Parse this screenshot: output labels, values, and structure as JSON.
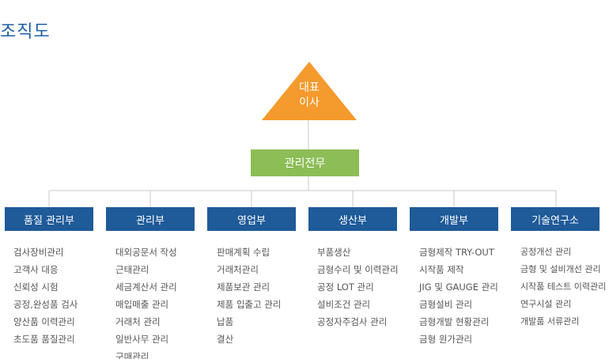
{
  "title": "조직도",
  "ceo": {
    "line1": "대표",
    "line2": "이사"
  },
  "executive": "관리전무",
  "colors": {
    "ceo": "#f59a2c",
    "executive": "#8cbd57",
    "department": "#1f5a99",
    "title": "#1f5fa8",
    "line": "#c8c8c8"
  },
  "departments": [
    {
      "name": "품질 관리부",
      "duties": [
        "검사장비관리",
        "고객사 대응",
        "신뢰성 시험",
        "공정,완성품 검사",
        "양산품 이력관리",
        "초도품 품질관리"
      ]
    },
    {
      "name": "관리부",
      "duties": [
        "대외공문서 작성",
        "근태관리",
        "세금계산서 관리",
        "매입매출 관리",
        "거래처 관리",
        "일반사무 관리",
        "구매관리"
      ]
    },
    {
      "name": "영업부",
      "duties": [
        "판매계획 수립",
        "거래처관리",
        "제품보관 관리",
        "제품 입출고 관리",
        "납품",
        "결산"
      ]
    },
    {
      "name": "생산부",
      "duties": [
        "부품생산",
        "금형수리 및 이력관리",
        "공정 LOT 관리",
        "설비조건 관리",
        "공정자주검사 관리"
      ]
    },
    {
      "name": "개발부",
      "duties": [
        "금형제작 TRY-OUT",
        "시작품 제작",
        "JIG 및 GAUGE 관리",
        "금형설비 관리",
        "금형개발 현황관리",
        "금형 원가관리"
      ]
    },
    {
      "name": "기술연구소",
      "duties": [
        "공정개선 관리",
        "금형 및 설비개선 관리",
        "시작품 테스트 이력관리",
        "연구시설 관리",
        "개발품 서류관리"
      ]
    }
  ]
}
